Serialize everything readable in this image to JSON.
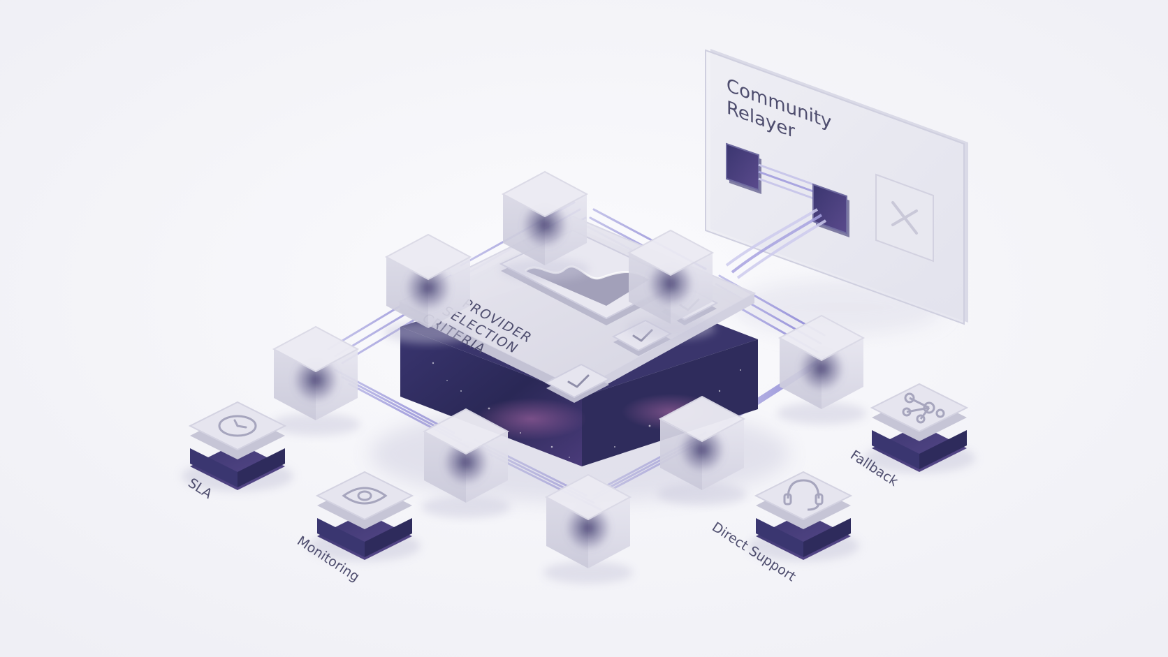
{
  "center": {
    "title_lines": [
      "PROVIDER",
      "SELECTION",
      "CRITERIA"
    ]
  },
  "panel": {
    "title_lines": [
      "Community",
      "Relayer"
    ]
  },
  "features": [
    {
      "label": "SLA",
      "icon": "clock-icon"
    },
    {
      "label": "Monitoring",
      "icon": "eye-icon"
    },
    {
      "label": "Direct Support",
      "icon": "headset-icon"
    },
    {
      "label": "Fallback",
      "icon": "network-icon"
    }
  ],
  "colors": {
    "core_dark": "#2e2c5e",
    "glass": "#e3e3ec",
    "accent": "#6f63c9",
    "background": "#f5f5f9"
  }
}
